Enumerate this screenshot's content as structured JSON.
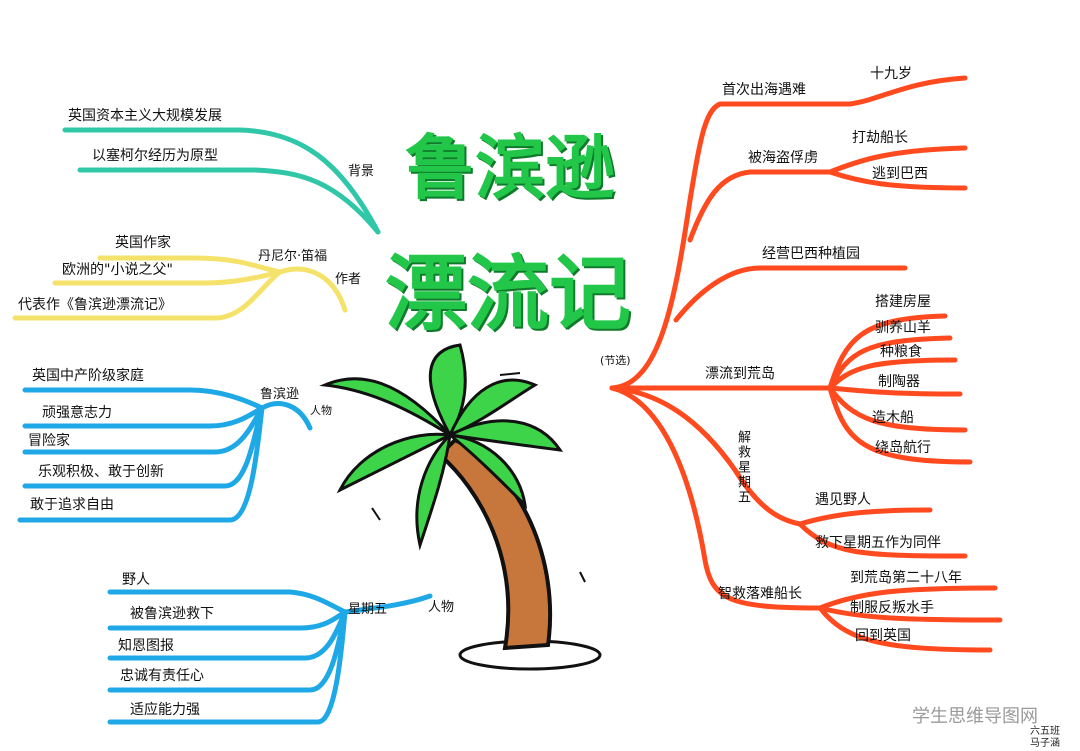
{
  "title": {
    "line1": "鲁滨逊",
    "line2": "漂流记",
    "tag": "(节选)"
  },
  "branches": {
    "background": {
      "label": "背景",
      "color": "#2fc7a8",
      "items": [
        "英国资本主义大规模发展",
        "以塞柯尔经历为原型"
      ]
    },
    "author": {
      "label": "作者",
      "sublabel": "丹尼尔·笛福",
      "color": "#f5e26a",
      "items": [
        "英国作家",
        "欧洲的\"小说之父\"",
        "代表作《鲁滨逊漂流记》"
      ]
    },
    "robinson": {
      "label": "鲁滨逊",
      "label2": "人物",
      "color": "#1fa8e6",
      "items": [
        "英国中产阶级家庭",
        "顽强意志力",
        "冒险家",
        "乐观积极、敢于创新",
        "敢于追求自由"
      ]
    },
    "friday": {
      "label": "星期五",
      "label2": "人物",
      "color": "#1fa8e6",
      "items": [
        "野人",
        "被鲁滨逊救下",
        "知恩图报",
        "忠诚有责任心",
        "适应能力强"
      ]
    },
    "first_voyage": {
      "label": "首次出海遇难",
      "sub": [
        "十九岁"
      ]
    },
    "captured": {
      "label": "被海盗俘虏",
      "sub": [
        "打劫船长",
        "逃到巴西"
      ]
    },
    "plantation": {
      "label": "经营巴西种植园"
    },
    "island": {
      "label": "漂流到荒岛",
      "sub": [
        "搭建房屋",
        "驯养山羊",
        "种粮食",
        "制陶器",
        "造木船",
        "绕岛航行"
      ]
    },
    "rescue_friday": {
      "label": "解救星期五",
      "sub": [
        "遇见野人",
        "救下星期五作为同伴"
      ]
    },
    "rescue_captain": {
      "label": "智救落难船长",
      "sub": [
        "到荒岛第二十八年",
        "制服反叛水手",
        "回到英国"
      ]
    },
    "right_color": "#ff4a1f"
  },
  "watermark": "学生思维导图网",
  "signature": {
    "line1": "六五班",
    "line2": "马子涵"
  }
}
